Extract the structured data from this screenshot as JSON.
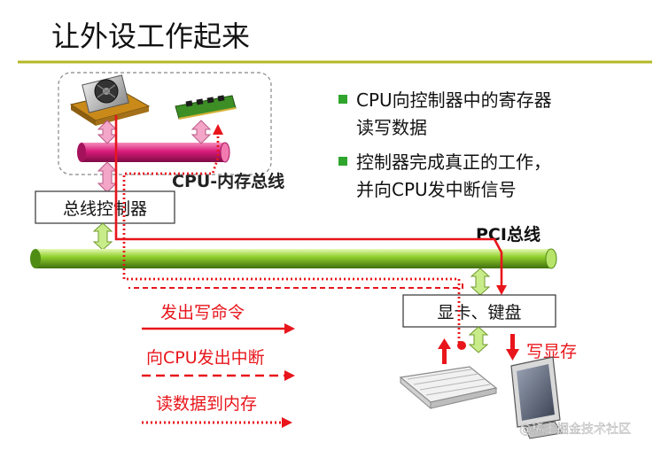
{
  "title": "让外设工作起来",
  "bullets": [
    {
      "lines": [
        "CPU向控制器中的寄存器",
        "读写数据"
      ]
    },
    {
      "lines": [
        "控制器完成真正的工作，",
        "并向CPU发中断信号"
      ]
    }
  ],
  "labels": {
    "cpu_mem_bus": "CPU-内存总线",
    "bus_controller": "总线控制器",
    "pci_bus": "PCI总线",
    "devices": "显卡、键盘",
    "write_vram": "写显存"
  },
  "legend": [
    {
      "label": "发出写命令",
      "style": "solid"
    },
    {
      "label": "向CPU发出中断",
      "style": "dashed"
    },
    {
      "label": "读数据到内存",
      "style": "dotted"
    }
  ],
  "watermark": "@稀土掘金技术社区",
  "colors": {
    "title_rule": "#b5b826",
    "accent_red": "#e8151b",
    "bullet_green": "#2fa52c",
    "pink_bus": "#d81b7a",
    "green_bus": "#7dc21e",
    "arrow_pink": "#f4a6c8",
    "arrow_green": "#c9ec8b"
  }
}
